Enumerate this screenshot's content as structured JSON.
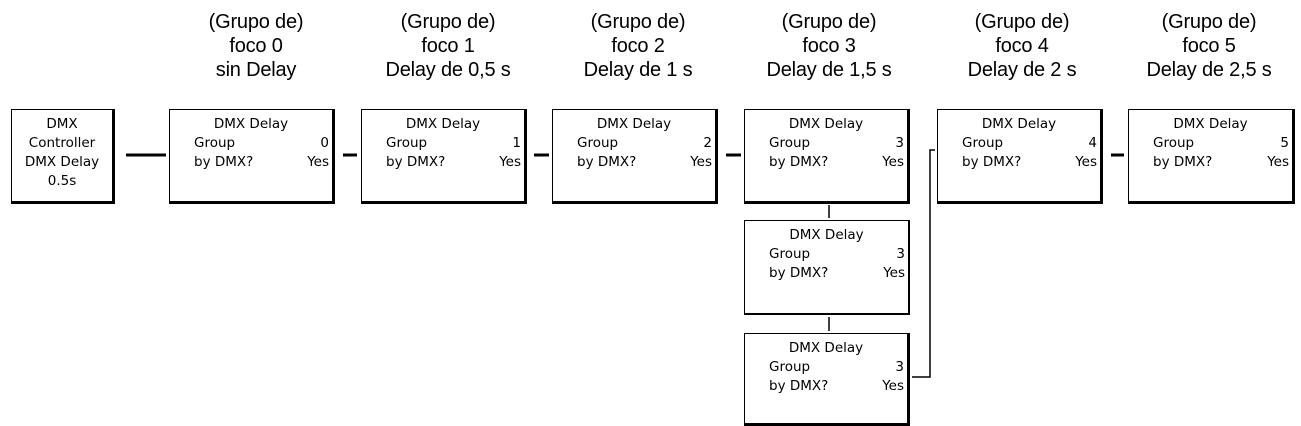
{
  "controller": {
    "lines": [
      "DMX",
      "Controller",
      "DMX Delay",
      "0.5s"
    ]
  },
  "captions": [
    {
      "line1": "(Grupo de)",
      "line2": "foco 0",
      "line3": "sin Delay"
    },
    {
      "line1": "(Grupo de)",
      "line2": "foco 1",
      "line3": "Delay de 0,5 s"
    },
    {
      "line1": "(Grupo de)",
      "line2": "foco 2",
      "line3": "Delay de 1 s"
    },
    {
      "line1": "(Grupo de)",
      "line2": "foco 3",
      "line3": "Delay de 1,5 s"
    },
    {
      "line1": "(Grupo de)",
      "line2": "foco 4",
      "line3": "Delay de 2 s"
    },
    {
      "line1": "(Grupo de)",
      "line2": "foco 5",
      "line3": "Delay de 2,5 s"
    }
  ],
  "fixtures": [
    {
      "title": "DMX Delay",
      "group_label": "Group",
      "group_value": "0",
      "dmx_label": "by DMX?",
      "dmx_value": "Yes"
    },
    {
      "title": "DMX Delay",
      "group_label": "Group",
      "group_value": "1",
      "dmx_label": "by DMX?",
      "dmx_value": "Yes"
    },
    {
      "title": "DMX Delay",
      "group_label": "Group",
      "group_value": "2",
      "dmx_label": "by DMX?",
      "dmx_value": "Yes"
    },
    {
      "title": "DMX Delay",
      "group_label": "Group",
      "group_value": "3",
      "dmx_label": "by DMX?",
      "dmx_value": "Yes"
    },
    {
      "title": "DMX Delay",
      "group_label": "Group",
      "group_value": "4",
      "dmx_label": "by DMX?",
      "dmx_value": "Yes"
    },
    {
      "title": "DMX Delay",
      "group_label": "Group",
      "group_value": "5",
      "dmx_label": "by DMX?",
      "dmx_value": "Yes"
    },
    {
      "title": "DMX Delay",
      "group_label": "Group",
      "group_value": "3",
      "dmx_label": "by DMX?",
      "dmx_value": "Yes"
    },
    {
      "title": "DMX Delay",
      "group_label": "Group",
      "group_value": "3",
      "dmx_label": "by DMX?",
      "dmx_value": "Yes"
    }
  ]
}
